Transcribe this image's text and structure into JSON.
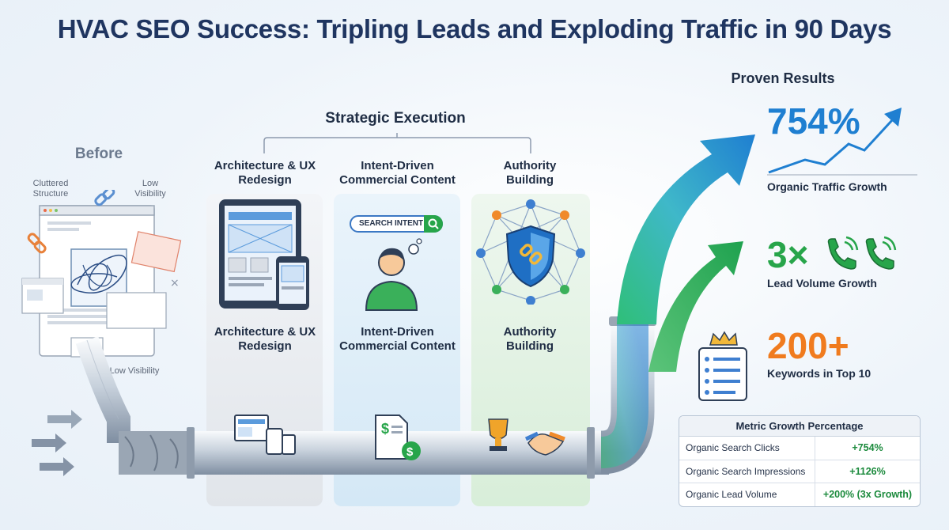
{
  "title": "HVAC SEO Success: Tripling Leads and Exploding Traffic in 90 Days",
  "before": {
    "heading": "Before",
    "notes": [
      "Cluttered Structure",
      "Low Visibility",
      "Low Visibility"
    ]
  },
  "strategy": {
    "heading": "Strategic Execution",
    "columns": [
      {
        "title": "Architecture & UX Redesign",
        "caption": "Architecture & UX Redesign"
      },
      {
        "title": "Intent-Driven Commercial Content",
        "caption": "Intent-Driven Commercial Content",
        "search_label": "SEARCH INTENT"
      },
      {
        "title": "Authority Building",
        "caption": "Authority Building"
      }
    ]
  },
  "results": {
    "heading": "Proven Results",
    "metrics": [
      {
        "value": "754%",
        "caption": "Organic Traffic Growth",
        "color": "#1f7fd1",
        "icon": "trend-up-line"
      },
      {
        "value": "3×",
        "caption": "Lead Volume Growth",
        "color": "#27a54a",
        "icon": "phone-ringing"
      },
      {
        "value": "200+",
        "caption": "Keywords in Top 10",
        "color": "#f07b1e",
        "icon": "crown-list"
      }
    ]
  },
  "table": {
    "title": "Metric Growth Percentage",
    "rows": [
      {
        "metric": "Organic Search Clicks",
        "value": "+754%"
      },
      {
        "metric": "Organic Search Impressions",
        "value": "+1126%"
      },
      {
        "metric": "Organic Lead Volume",
        "value": "+200% (3x Growth)"
      }
    ]
  },
  "colors": {
    "title": "#1f3560",
    "blue": "#1f7fd1",
    "green": "#27a54a",
    "orange": "#f07b1e"
  }
}
